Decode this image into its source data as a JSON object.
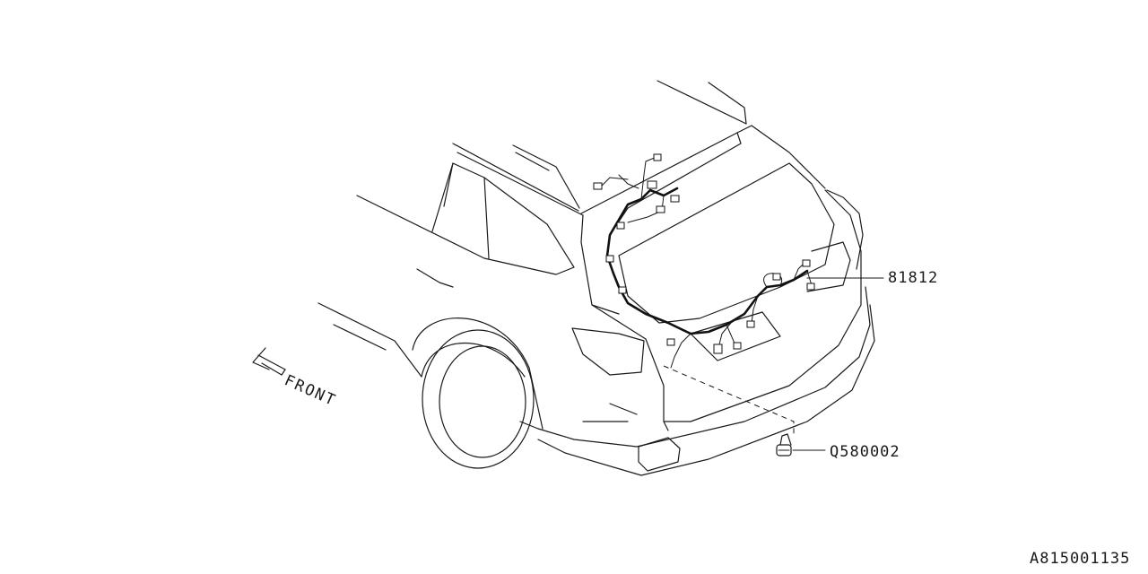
{
  "parts": [
    {
      "part_number": "81812"
    },
    {
      "part_number": "Q580002"
    }
  ],
  "direction_label": "FRONT",
  "figure_code": "A815001135"
}
